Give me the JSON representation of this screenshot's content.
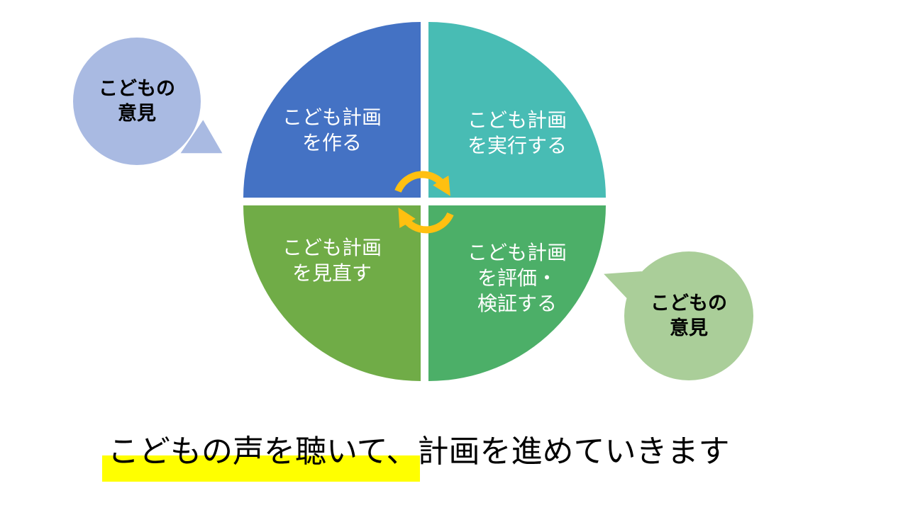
{
  "diagram": {
    "type": "cycle",
    "quadrants": [
      {
        "id": "plan",
        "label": "こども計画\nを作る",
        "color": "#4472C4"
      },
      {
        "id": "do",
        "label": "こども計画\nを実行する",
        "color": "#48BCB4"
      },
      {
        "id": "check",
        "label": "こども計画\nを評価・\n検証する",
        "color": "#4CAF68"
      },
      {
        "id": "act",
        "label": "こども計画\nを見直す",
        "color": "#70AC47"
      }
    ],
    "arrow_color": "#FFC010",
    "rotation": "clockwise"
  },
  "bubbles": {
    "left": {
      "label": "こどもの\n意見",
      "color": "#A9BAE2"
    },
    "right": {
      "label": "こどもの\n意見",
      "color": "#AACE99"
    }
  },
  "caption": {
    "highlighted": "こどもの声を聴いて、",
    "rest": "計画を進めていきます",
    "highlight_color": "#FFFF00",
    "text_color": "#000000"
  }
}
